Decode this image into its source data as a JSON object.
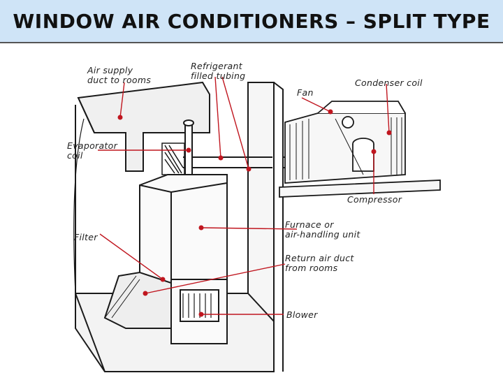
{
  "title": "WINDOW AIR CONDITIONERS – SPLIT TYPE",
  "labels": {
    "air_supply": "Air supply\nduct to rooms",
    "refrigerant": "Refrigerant\nfilled tubing",
    "condenser_coil": "Condenser coil",
    "fan": "Fan",
    "evaporator": "Evaporator\ncoil",
    "compressor": "Compressor",
    "furnace": "Furnace or\nair-handling unit",
    "filter": "Filter",
    "return_air": "Return air duct\nfrom rooms",
    "blower": "Blower"
  },
  "colors": {
    "title_bg": "#cfe4f7",
    "leader": "#c0161f",
    "line_art": "#1a1a1a"
  }
}
